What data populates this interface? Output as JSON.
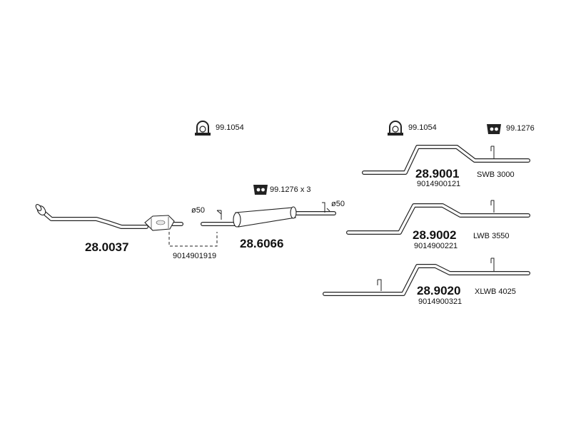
{
  "parts": {
    "clamp_top_left": {
      "code": "99.1054",
      "icon": "clamp-icon"
    },
    "clamp_top_right": {
      "code": "99.1054",
      "icon": "clamp-icon"
    },
    "hanger_top_right": {
      "code": "99.1276",
      "icon": "rubber-hanger-icon"
    },
    "hanger_middle": {
      "code": "99.1276 x 3",
      "icon": "rubber-hanger-icon"
    },
    "front_pipe": {
      "code": "28.0037"
    },
    "middle_silencer": {
      "code": "28.6066"
    },
    "diameter_left": "ø50",
    "diameter_right": "ø50",
    "connector_ref": "9014901919",
    "tailpipe_swb": {
      "code": "28.9001",
      "variant": "SWB 3000",
      "oe": "9014900121"
    },
    "tailpipe_lwb": {
      "code": "28.9002",
      "variant": "LWB 3550",
      "oe": "9014900221"
    },
    "tailpipe_xlwb": {
      "code": "28.9020",
      "variant": "XLWB 4025",
      "oe": "9014900321"
    }
  }
}
